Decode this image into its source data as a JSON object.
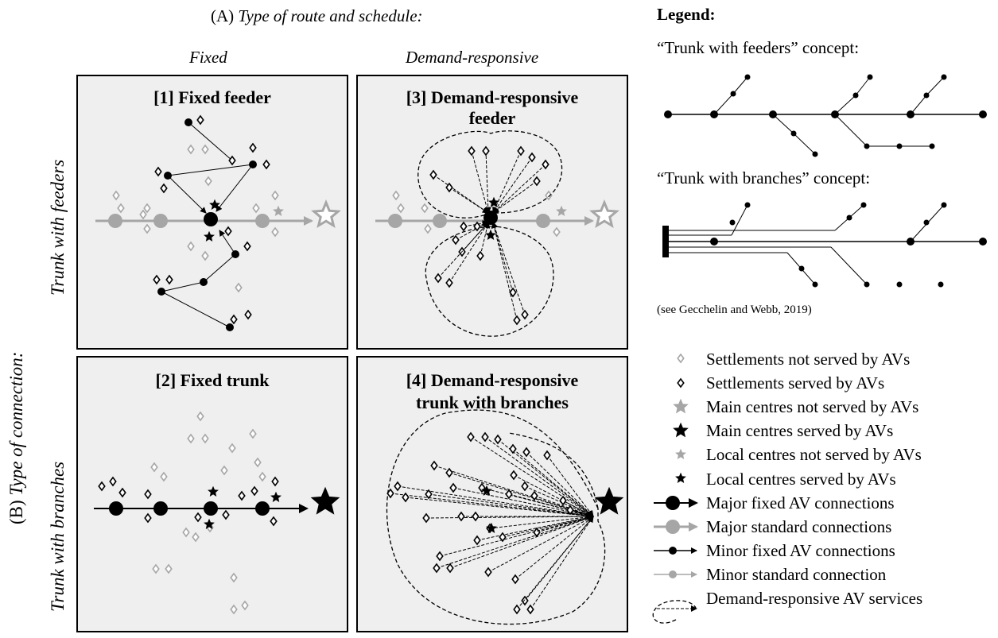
{
  "header": {
    "a_title_prefix": "(A) ",
    "a_title_italic": "Type of route and schedule:",
    "col_fixed": "Fixed",
    "col_demand": "Demand-responsive",
    "b_prefix": "(B) ",
    "b_italic": "Type of connection:",
    "row_feeders": "Trunk with feeders",
    "row_branches": "Trunk with branches"
  },
  "panels": {
    "p1": "[1] Fixed feeder",
    "p2": "[2] Fixed trunk",
    "p3_line1": "[3] Demand-responsive",
    "p3_line2": "feeder",
    "p4_line1": "[4] Demand-responsive",
    "p4_line2": "trunk with branches"
  },
  "legend": {
    "title": "Legend:",
    "concept_feeders": "“Trunk with feeders”  concept:",
    "concept_branches": "“Trunk with branches”  concept:",
    "citation": "(see Gecchelin and Webb, 2019)",
    "items": [
      {
        "icon": "diamond-gray-icon",
        "label": "Settlements  not served by AVs"
      },
      {
        "icon": "diamond-black-icon",
        "label": "Settlements  served by AVs"
      },
      {
        "icon": "star-gray-icon",
        "label": "Main centres not served by AVs"
      },
      {
        "icon": "star-black-icon",
        "label": "Main centres served by AVs"
      },
      {
        "icon": "star-small-gray-icon",
        "label": "Local centres not served by AVs"
      },
      {
        "icon": "star-small-black-icon",
        "label": "Local centres served by AVs"
      },
      {
        "icon": "major-fixed-arrow-icon",
        "label": "Major fixed AV connections"
      },
      {
        "icon": "major-standard-arrow-icon",
        "label": "Major standard connections"
      },
      {
        "icon": "minor-fixed-arrow-icon",
        "label": "Minor fixed AV connections"
      },
      {
        "icon": "minor-standard-arrow-icon",
        "label": "Minor standard connection"
      },
      {
        "icon": "dashed-ellipse-arrow-icon",
        "label": "Demand-responsive AV services"
      }
    ]
  },
  "colors": {
    "black": "#000000",
    "gray": "#a6a6a6",
    "panel_bg": "#efefef"
  }
}
